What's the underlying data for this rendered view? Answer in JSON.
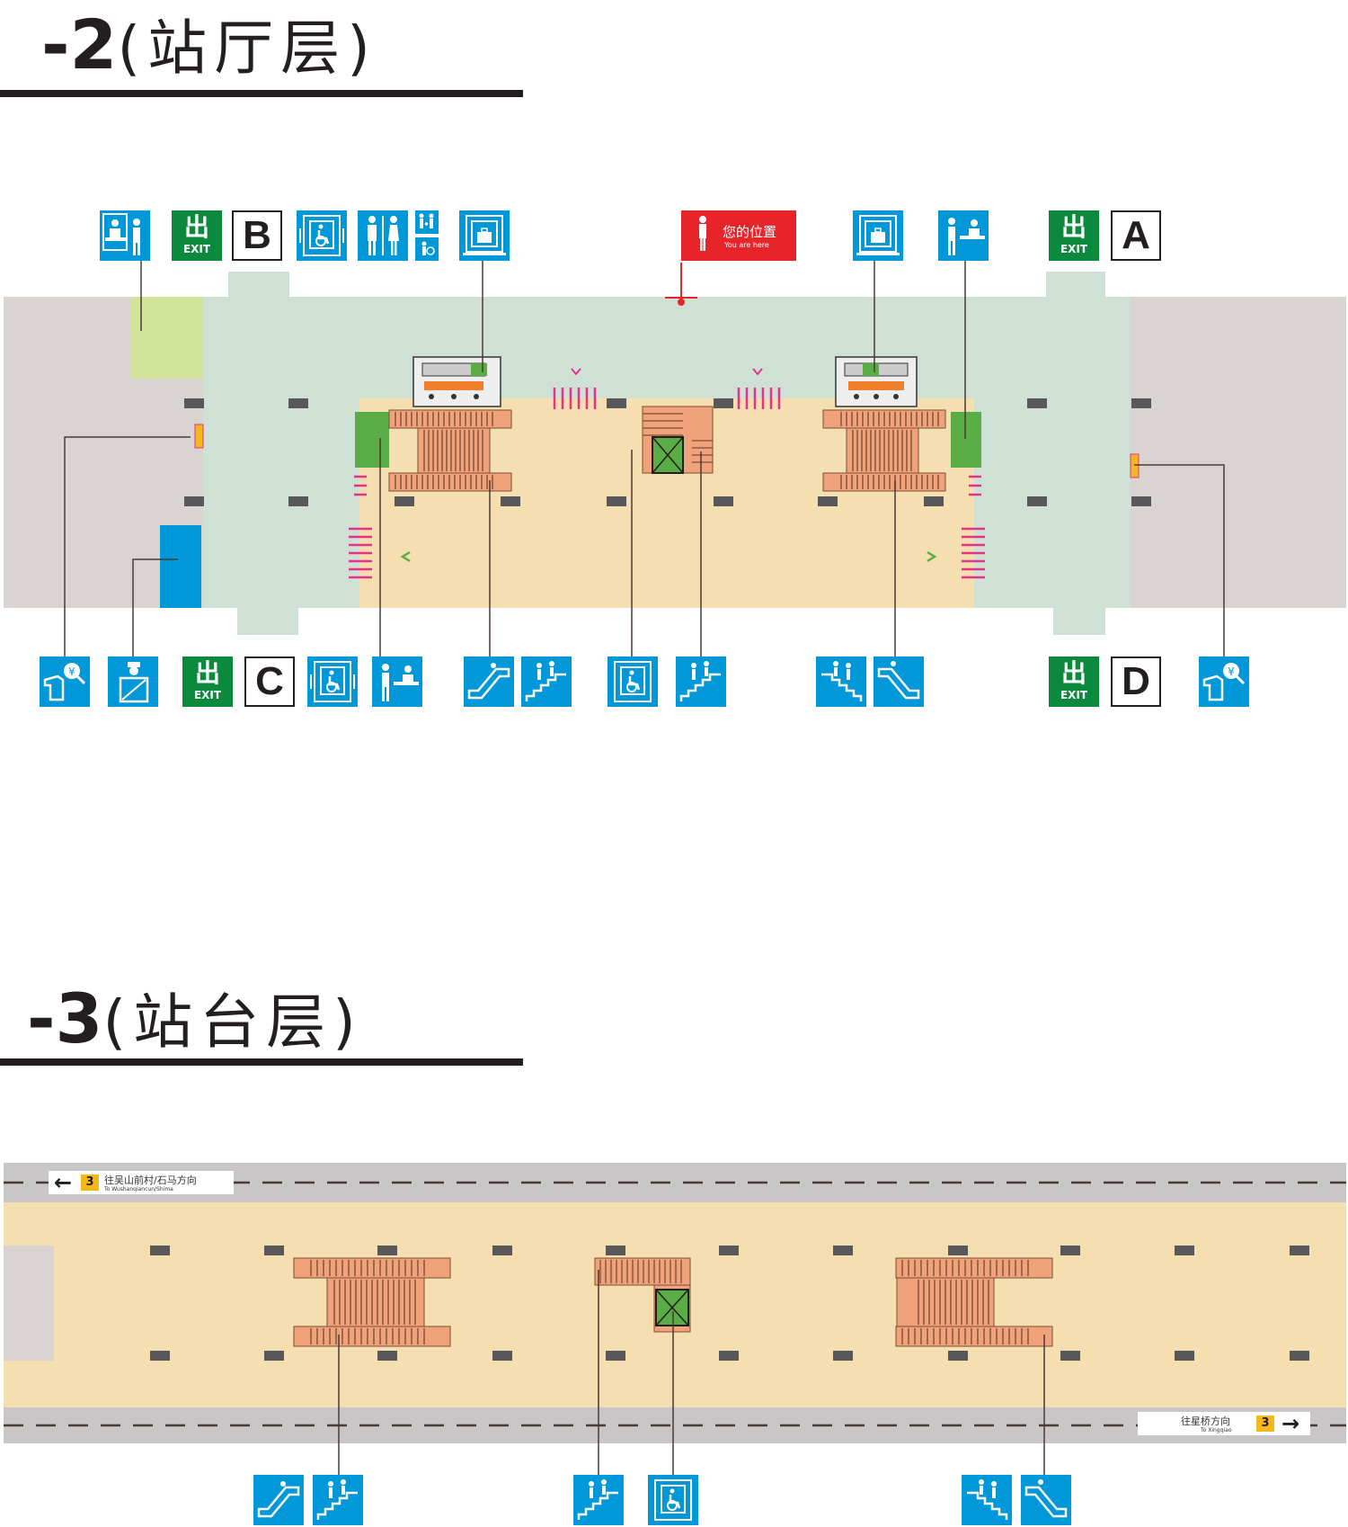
{
  "concourse": {
    "level": "-2",
    "name": "(站厅层)",
    "exits": {
      "a": {
        "cn": "出",
        "en": "EXIT",
        "letter": "A"
      },
      "b": {
        "cn": "出",
        "en": "EXIT",
        "letter": "B"
      },
      "c": {
        "cn": "出",
        "en": "EXIT",
        "letter": "C"
      },
      "d": {
        "cn": "出",
        "en": "EXIT",
        "letter": "D"
      }
    },
    "you_are_here": {
      "cn": "您的位置",
      "en": "You are here"
    }
  },
  "platform": {
    "level": "-3",
    "name": "(站台层)",
    "direction_west": {
      "arrow": "←",
      "line_badge": "3",
      "cn": "往吴山前村/石马方向",
      "en": "To Wushanqiancun/Shima"
    },
    "direction_east": {
      "arrow": "→",
      "line_badge": "3",
      "cn": "往星桥方向",
      "en": "To Xingqiao"
    }
  },
  "colors": {
    "paid_area": "#f5deb0",
    "unpaid_area": "#cfe0d4",
    "outside_area": "#d9d3d1",
    "sign_blue": "#0098d8",
    "exit_green": "#0b8a3e",
    "escalator": "#7d4e35",
    "escalator_landing": "#f0a27a",
    "you_are_here": "#e8242b"
  }
}
